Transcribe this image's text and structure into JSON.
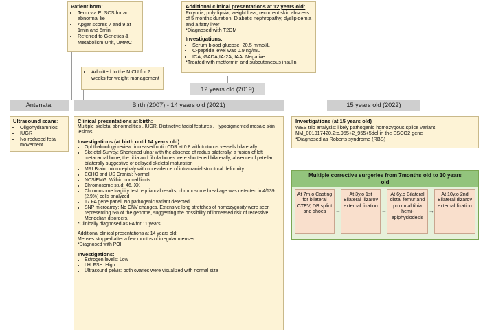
{
  "patient_born": {
    "title": "Patient born:",
    "items": [
      "Term via ELSCS for an abnormal lie",
      "Apgar scores 7 and 9 at 1min and 5min",
      "Referred to Genetics & Metabolism Unit, UMMC"
    ]
  },
  "nicu": {
    "items": [
      "Admitted to the NICU for 2 weeks for weight management"
    ]
  },
  "age12": {
    "title": "Additional clinical presentations at 12 years old:",
    "line1": "Polyuria, polydipsia, weight loss, recurrent skin abscess of 5 months duration, Diabetic nephropathy, dyslipidemia and a fatty liver",
    "note1": "*Diagnosed with T2DM",
    "inv_title": "Investigations:",
    "items": [
      "Serum blood glucose: 20.5 mmol/L",
      "C-peptide level was 0.9 ng/mL",
      "ICA, GADA,IA-2A, IAA: Negative"
    ],
    "note2": "*Treated with metformin and subcutaneous insulin"
  },
  "timeline": {
    "label12": "12 years old (2019)",
    "antenatal": "Antenatal",
    "birth": "Birth (2007)  - 14 years old (2021)",
    "age15": "15 years old (2022)"
  },
  "ultrasound": {
    "title": "Ultrasound scans:",
    "items": [
      "Oligohydramnios",
      "IUGR",
      "No reduced fetal movement"
    ]
  },
  "main": {
    "title": "Clinical presentations at birth:",
    "line1": "Multiple skeletal abnormalities , IUGR, Distinctive facial features , Hypopigmented mosaic skin lesions",
    "inv_title": "Investigations (at birth until 14 years old)",
    "items": [
      "Ophthalmology review: increased optic CDR at 0.8 with tortuous vessels bilaterally",
      "Skeletal Survey: Shortened ulnar with the absence of radius bilaterally, a fusion of left metacarpal bone; the tibia and fibula bones were shortened bilaterally, absence of patellar bilaterally suggestive of delayed skeletal maturation",
      "MRI Brain: microcephaly with no evidence of intracranial structural deformity",
      "ECHO and US Cranial: Normal",
      "NCS/EMG: Within normal limits",
      "Chromosome stud: 46, XX",
      "Chromosome fragility test: equivocal results, chromosome breakage was detected in 4/139 (2.9%) cells analyzed",
      "17 FA gene panel: No pathogenic variant detected",
      "SNP microarray: No CNV changes. Extensive long stretches of homozygosity were seen representing 5% of the genome, suggesting the possibility of increased risk of recessive Mendelian disorders."
    ],
    "note1": "*Clinically diagnosed as FA for 11 years",
    "add_title": "Additional clinical presentations at 14 years old:",
    "add_line": "Menses stopped after a few months of irregular menses",
    "note2": "*Diagnosed with POI",
    "inv2_title": "Investigations:",
    "items2": [
      "Estrogen levels: Low",
      "LH, FSH: High",
      "Ultrasound pelvis: both ovaries were visualized with normal size"
    ]
  },
  "age15": {
    "title": "Investigations (at 15 years old)",
    "line1": "WES trio analysis: likely pathogenic homozygous splice variant NM_001017420.2:c.955+2_955+5del in the ESCO2 gene",
    "note": "*Diagnosed as Roberts syndrome (RBS)"
  },
  "surgeries": {
    "title": "Multiple corrective surgeries from 7months old to 10 years old",
    "steps": [
      "At 7m.o Casting for bilateral CTEV, DB splint and shoes",
      "At 3y.o 1st Bilateral Ilizarov external fixation",
      "At 6y.o Bilateral distal femur and proximal tibia hemi-epiphysiodesis",
      "At 10y.o 2nd Bilateral Ilizarov external fixation"
    ],
    "arrow": "→"
  }
}
